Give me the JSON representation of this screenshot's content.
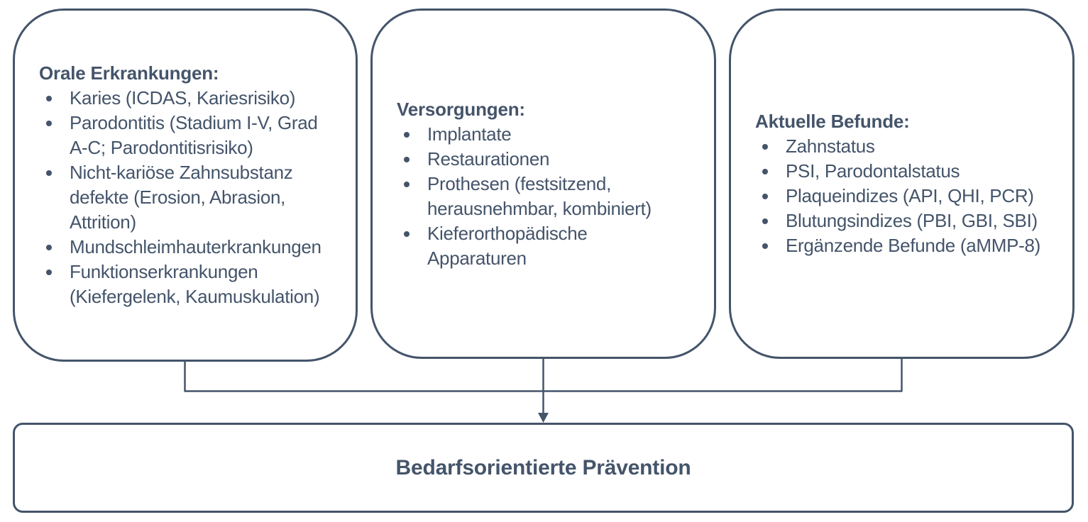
{
  "diagram": {
    "colors": {
      "line": "#44546A",
      "text": "#44546A",
      "background": "#FFFFFF"
    },
    "boxes": [
      {
        "title": "Orale Erkrankungen:",
        "items": [
          "Karies (ICDAS, Kariesrisiko)",
          "Parodontitis (Stadium I-V, Grad\nA-C; Parodontitisrisiko)",
          "Nicht-kariöse Zahnsubstanz\ndefekte (Erosion, Abrasion,\nAttrition)",
          "Mundschleimhauterkrankungen",
          "Funktionserkrankungen\n(Kiefergelenk, Kaumuskulation)"
        ]
      },
      {
        "title": "Versorgungen:",
        "items": [
          "Implantate",
          "Restaurationen",
          "Prothesen (festsitzend,\nherausnehmbar, kombiniert)",
          "Kieferorthopädische\nApparaturen"
        ]
      },
      {
        "title": "Aktuelle Befunde:",
        "items": [
          "Zahnstatus",
          "PSI, Parodontalstatus",
          "Plaqueindizes (API, QHI, PCR)",
          "Blutungsindizes (PBI, GBI, SBI)",
          "Ergänzende Befunde (aMMP-8)"
        ]
      }
    ],
    "result_box": {
      "label": "Bedarfsorientierte Prävention"
    }
  }
}
